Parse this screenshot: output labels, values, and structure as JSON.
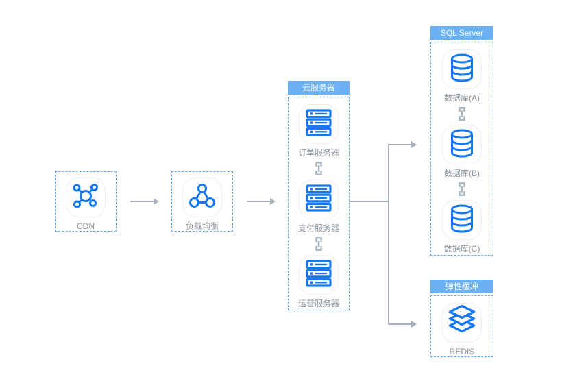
{
  "colors": {
    "icon_blue": "#1678F2",
    "dashed_border_blue": "#59A7F3",
    "group_header_bg": "#6CB1F2",
    "group_header_text": "#FFFFFF",
    "connector_gray": "#A9B1BC",
    "label_gray": "#8B9299"
  },
  "nodes": {
    "cdn": {
      "label": "CDN"
    },
    "load_balancer": {
      "label": "负载均衡"
    }
  },
  "groups": {
    "cloud_server": {
      "title": "云服务器",
      "items": [
        {
          "label": "订单服务器"
        },
        {
          "label": "支付服务器"
        },
        {
          "label": "运营服务器"
        }
      ]
    },
    "sql_server": {
      "title": "SQL Server",
      "items": [
        {
          "label": "数据库(A)"
        },
        {
          "label": "数据库(B)"
        },
        {
          "label": "数据库(C)"
        }
      ]
    },
    "elastic_buffer": {
      "title": "弹性缓冲",
      "items": [
        {
          "label": "REDIS"
        }
      ]
    }
  }
}
